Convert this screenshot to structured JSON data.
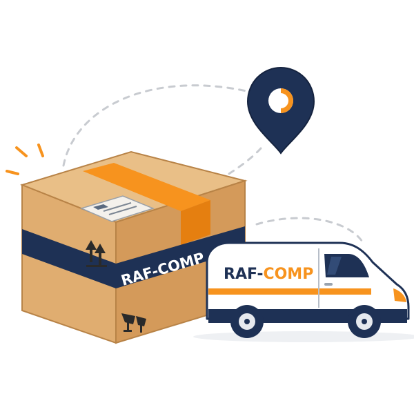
{
  "box": {
    "brand_label": "RAF-COMP"
  },
  "van": {
    "brand_prefix": "RAF-",
    "brand_suffix": "COMP"
  },
  "colors": {
    "navy": "#1e3155",
    "orange": "#f7931e",
    "cardboard_light": "#e9bf87",
    "cardboard_mid": "#d8a46a",
    "cardboard_dark": "#c78f55",
    "dash_gray": "#c8cbd0",
    "van_white": "#ffffff",
    "van_gray": "#e6e9ee"
  },
  "icons": {
    "pin": "location-pin-icon",
    "this_side_up": "this-side-up-arrows-icon",
    "fragile": "fragile-glass-icon",
    "burst": "attention-burst-icon"
  }
}
